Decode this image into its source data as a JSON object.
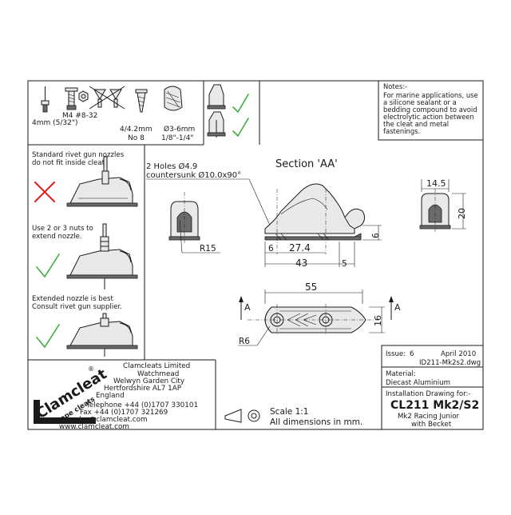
{
  "fasteners": {
    "rivet_label": "4mm (5/32\")",
    "screw_label": "M4 #8-32",
    "wood_screw_label_1": "4/4.2mm",
    "wood_screw_label_2": "No 8",
    "plug_label_1": "Ø3-6mm",
    "plug_label_2": "1/8\"-1/4\""
  },
  "notes": {
    "heading": "Notes:-",
    "lines": [
      "For marine applications, use",
      "a silicone sealant or a",
      "bedding compound to avoid",
      "electrolytic action between",
      "the cleat and metal",
      "fastenings."
    ]
  },
  "install": {
    "step1": [
      "Standard rivet gun nozzles",
      "do not fit inside cleat."
    ],
    "step2": [
      "Use 2 or 3 nuts to",
      "extend nozzle."
    ],
    "step3": [
      "Extended nozzle is best",
      "Consult rivet gun supplier."
    ]
  },
  "drawing": {
    "section_title": "Section 'AA'",
    "holes_label": "2 Holes Ø4.9",
    "countersink_label": "countersunk Ø10.0x90°",
    "dim_r15": "R15",
    "dim_6_left": "6",
    "dim_27_4": "27.4",
    "dim_43": "43",
    "dim_5": "5",
    "dim_6_right": "6",
    "dim_14_5": "14.5",
    "dim_20": "20",
    "dim_55": "55",
    "dim_16": "16",
    "dim_r6": "R6",
    "section_marker": "A"
  },
  "company": {
    "name": "Clamcleats Limited",
    "address": [
      "Watchmead",
      "Welwyn Garden City",
      "Hertfordshire AL7 1AP",
      "England"
    ],
    "telephone": "Telephone +44 (0)1707 330101",
    "fax": "Fax +44 (0)1707 321269",
    "email": "sales@clamcleat.com",
    "web": "www.clamcleat.com",
    "logo_text": "Clamcleat",
    "logo_sub": "Rope cleats",
    "registered_mark": "®"
  },
  "scale": {
    "label": "Scale 1:1",
    "units": "All dimensions in mm."
  },
  "title_block": {
    "issue_label": "Issue:",
    "issue_number": "6",
    "date": "April 2010",
    "drawing_number": "ID211-Mk2s2.dwg",
    "material_label": "Material:",
    "material_value": "Diecast Aluminium",
    "install_for": "Installation Drawing for:-",
    "part_number": "CL211 Mk2/S2",
    "description_1": "Mk2 Racing Junior",
    "description_2": "with Becket"
  },
  "colors": {
    "line": "#1a1a1a",
    "tick": "#3fae3f",
    "cross": "#e02020",
    "part_fill": "#e9e9e9"
  }
}
